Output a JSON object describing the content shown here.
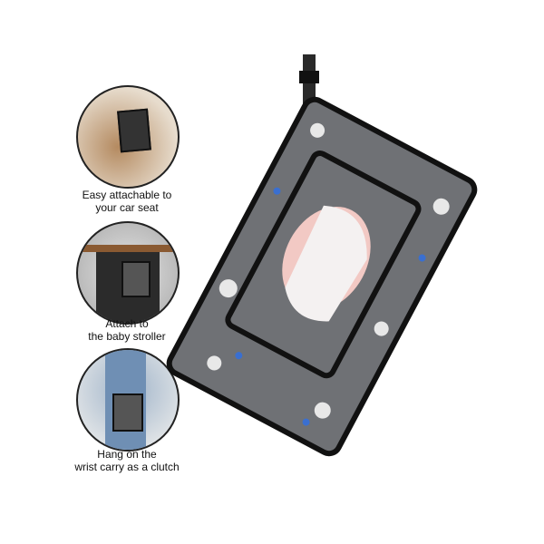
{
  "features": [
    {
      "line1": "Easy attachable to",
      "line2": "your car seat"
    },
    {
      "line1": "Attach to",
      "line2": "the baby stroller"
    },
    {
      "line1": "Hang on the",
      "line2": "wrist carry as a clutch"
    }
  ],
  "colors": {
    "bag": "#6f7175",
    "trim": "#111111",
    "wipe": "#f2c9c4",
    "accent": "#3a6fd0"
  }
}
